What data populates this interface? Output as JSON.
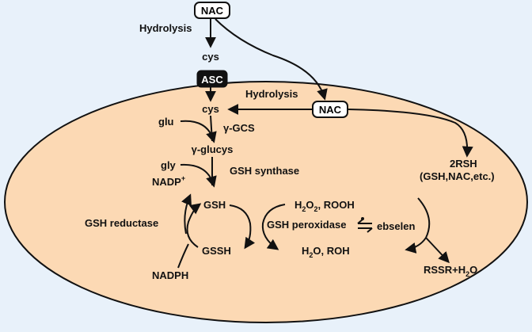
{
  "colors": {
    "background": "#e8f1fa",
    "cell_fill": "#fcd9b4",
    "stroke": "#111111",
    "asc_fill": "#111111",
    "asc_text": "#ffffff"
  },
  "labels": {
    "nac_top": "NAC",
    "hydrolysis_top": "Hydrolysis",
    "cys_top": "cys",
    "asc": "ASC",
    "hydrolysis_inner": "Hydrolysis",
    "nac_inner": "NAC",
    "cys_inner": "cys",
    "glu": "glu",
    "gamma_gcs": "γ-GCS",
    "gamma_glucys": "γ-glucys",
    "gly": "gly",
    "gsh_synthase": "GSH synthase",
    "nadp": "NADP",
    "nadp_sup": "+",
    "gsh": "GSH",
    "gssh": "GSSH",
    "gsh_reductase": "GSH reductase",
    "nadph": "NADPH",
    "h2o2_rooh": {
      "a": "H",
      "a_sub": "2",
      "b": "O",
      "b_sub": "2",
      "c": ", ROOH"
    },
    "gsh_peroxidase": "GSH peroxidase",
    "ebselen": "ebselen",
    "h2o_roh": {
      "a": "H",
      "a_sub": "2",
      "b": "O, ROH"
    },
    "rsh": "2RSH",
    "rsh_detail": "(GSH,NAC,etc.)",
    "rssr": {
      "a": "RSSR+H",
      "a_sub": "2",
      "b": "O"
    }
  }
}
